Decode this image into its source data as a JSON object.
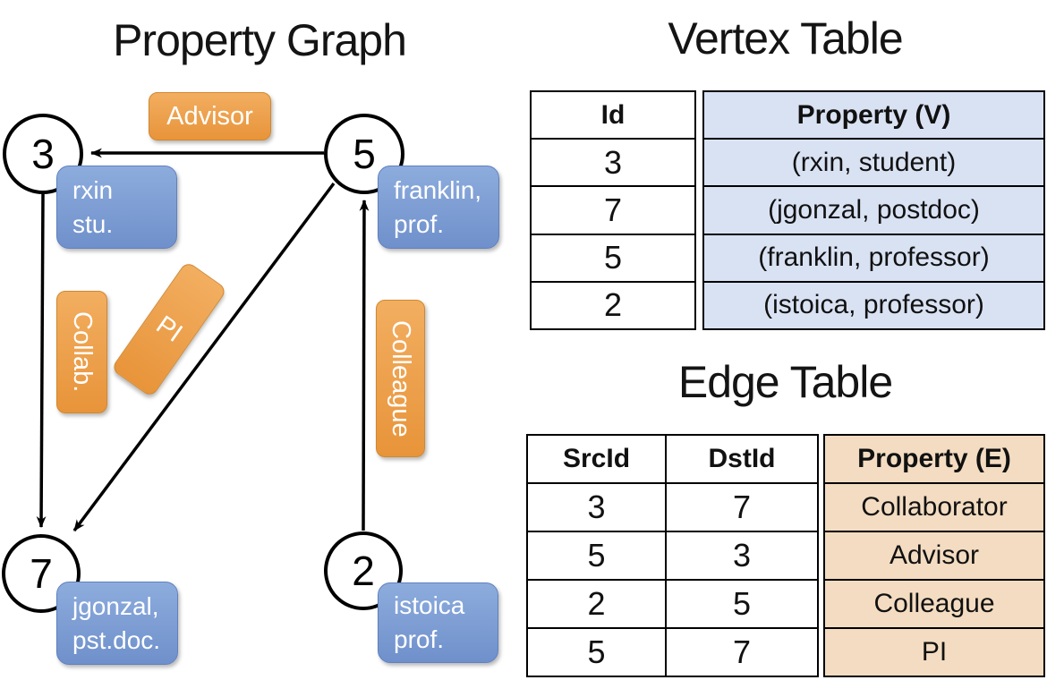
{
  "graph": {
    "title": "Property Graph",
    "nodes": [
      {
        "id": "3",
        "property_line1": "rxin",
        "property_line2": "stu."
      },
      {
        "id": "5",
        "property_line1": "franklin,",
        "property_line2": "prof."
      },
      {
        "id": "7",
        "property_line1": "jgonzal,",
        "property_line2": "pst.doc."
      },
      {
        "id": "2",
        "property_line1": "istoica",
        "property_line2": "prof."
      }
    ],
    "edge_labels": {
      "advisor": "Advisor",
      "collab": "Collab.",
      "pi": "PI",
      "colleague": "Colleague"
    }
  },
  "vertex_table": {
    "title": "Vertex Table",
    "headers": {
      "id": "Id",
      "property": "Property (V)"
    },
    "rows": [
      {
        "id": "3",
        "property": "(rxin, student)"
      },
      {
        "id": "7",
        "property": "(jgonzal, postdoc)"
      },
      {
        "id": "5",
        "property": "(franklin, professor)"
      },
      {
        "id": "2",
        "property": "(istoica, professor)"
      }
    ]
  },
  "edge_table": {
    "title": "Edge Table",
    "headers": {
      "src": "SrcId",
      "dst": "DstId",
      "property": "Property (E)"
    },
    "rows": [
      {
        "src": "3",
        "dst": "7",
        "property": "Collaborator"
      },
      {
        "src": "5",
        "dst": "3",
        "property": "Advisor"
      },
      {
        "src": "2",
        "dst": "5",
        "property": "Colleague"
      },
      {
        "src": "5",
        "dst": "7",
        "property": "PI"
      }
    ]
  },
  "colors": {
    "edge_label_fill": "#EDA14E",
    "vertex_label_fill": "#7E9DD3",
    "vertex_table_cell": "#D9E2F3",
    "edge_table_cell": "#F3DCC1",
    "line": "#000000"
  }
}
